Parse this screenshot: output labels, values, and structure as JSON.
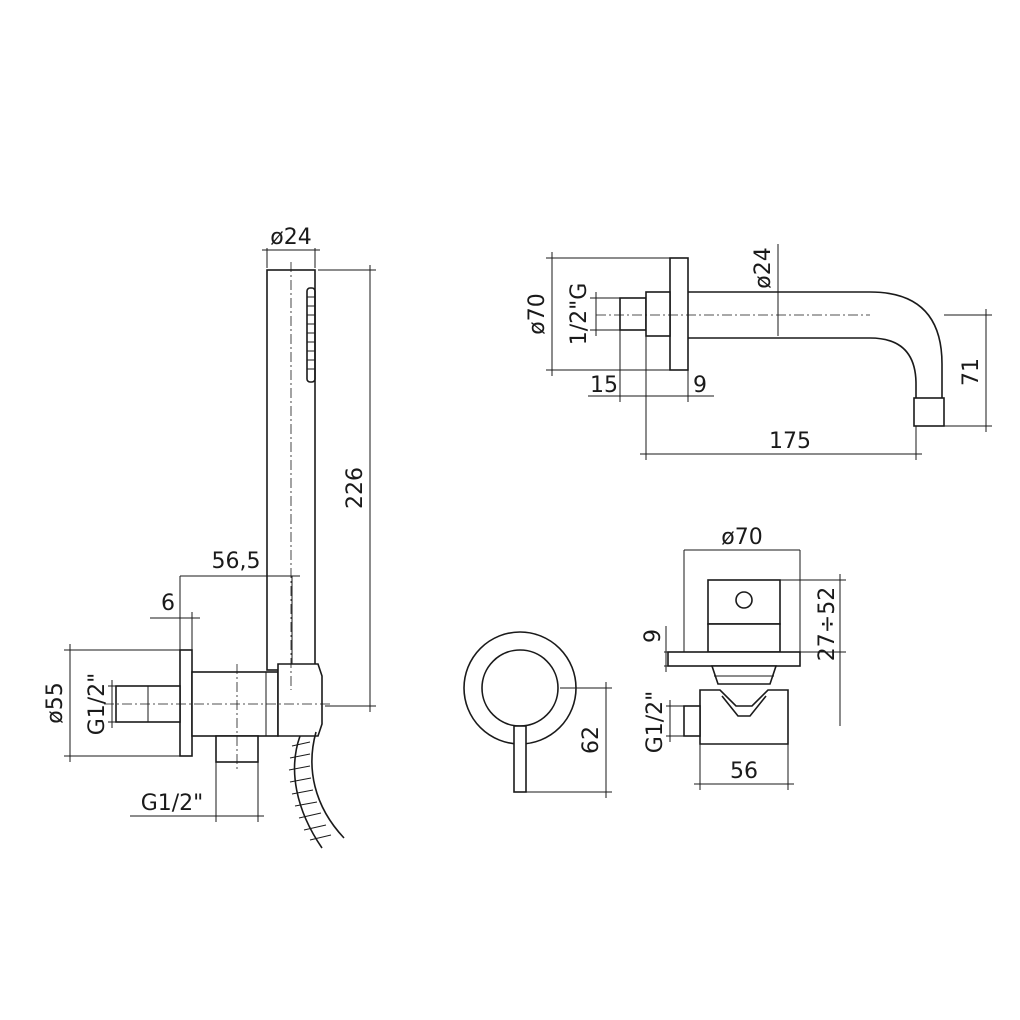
{
  "drawing": {
    "hand_shower_kit": {
      "dim_handset_diameter": "ø24",
      "dim_handset_length": "226",
      "dim_total_projection": "56,5",
      "dim_plate_thickness": "6",
      "dim_plate_diameter": "ø55",
      "dim_wall_thread": "G1/2\"",
      "dim_outlet_thread": "G1/2\""
    },
    "spout": {
      "dim_plate_diameter": "ø70",
      "dim_thread": "1/2\"G",
      "dim_spout_diameter": "ø24",
      "dim_thread_length": "15",
      "dim_plate_thickness": "9",
      "dim_spout_length": "175",
      "dim_spout_drop": "71"
    },
    "mixer_front": {
      "dim_lever_length": "62"
    },
    "mixer_side": {
      "dim_plate_diameter": "ø70",
      "dim_plate_thickness": "9",
      "dim_depth_range": "27÷52",
      "dim_thread": "G1/2\"",
      "dim_body_width": "56"
    }
  }
}
